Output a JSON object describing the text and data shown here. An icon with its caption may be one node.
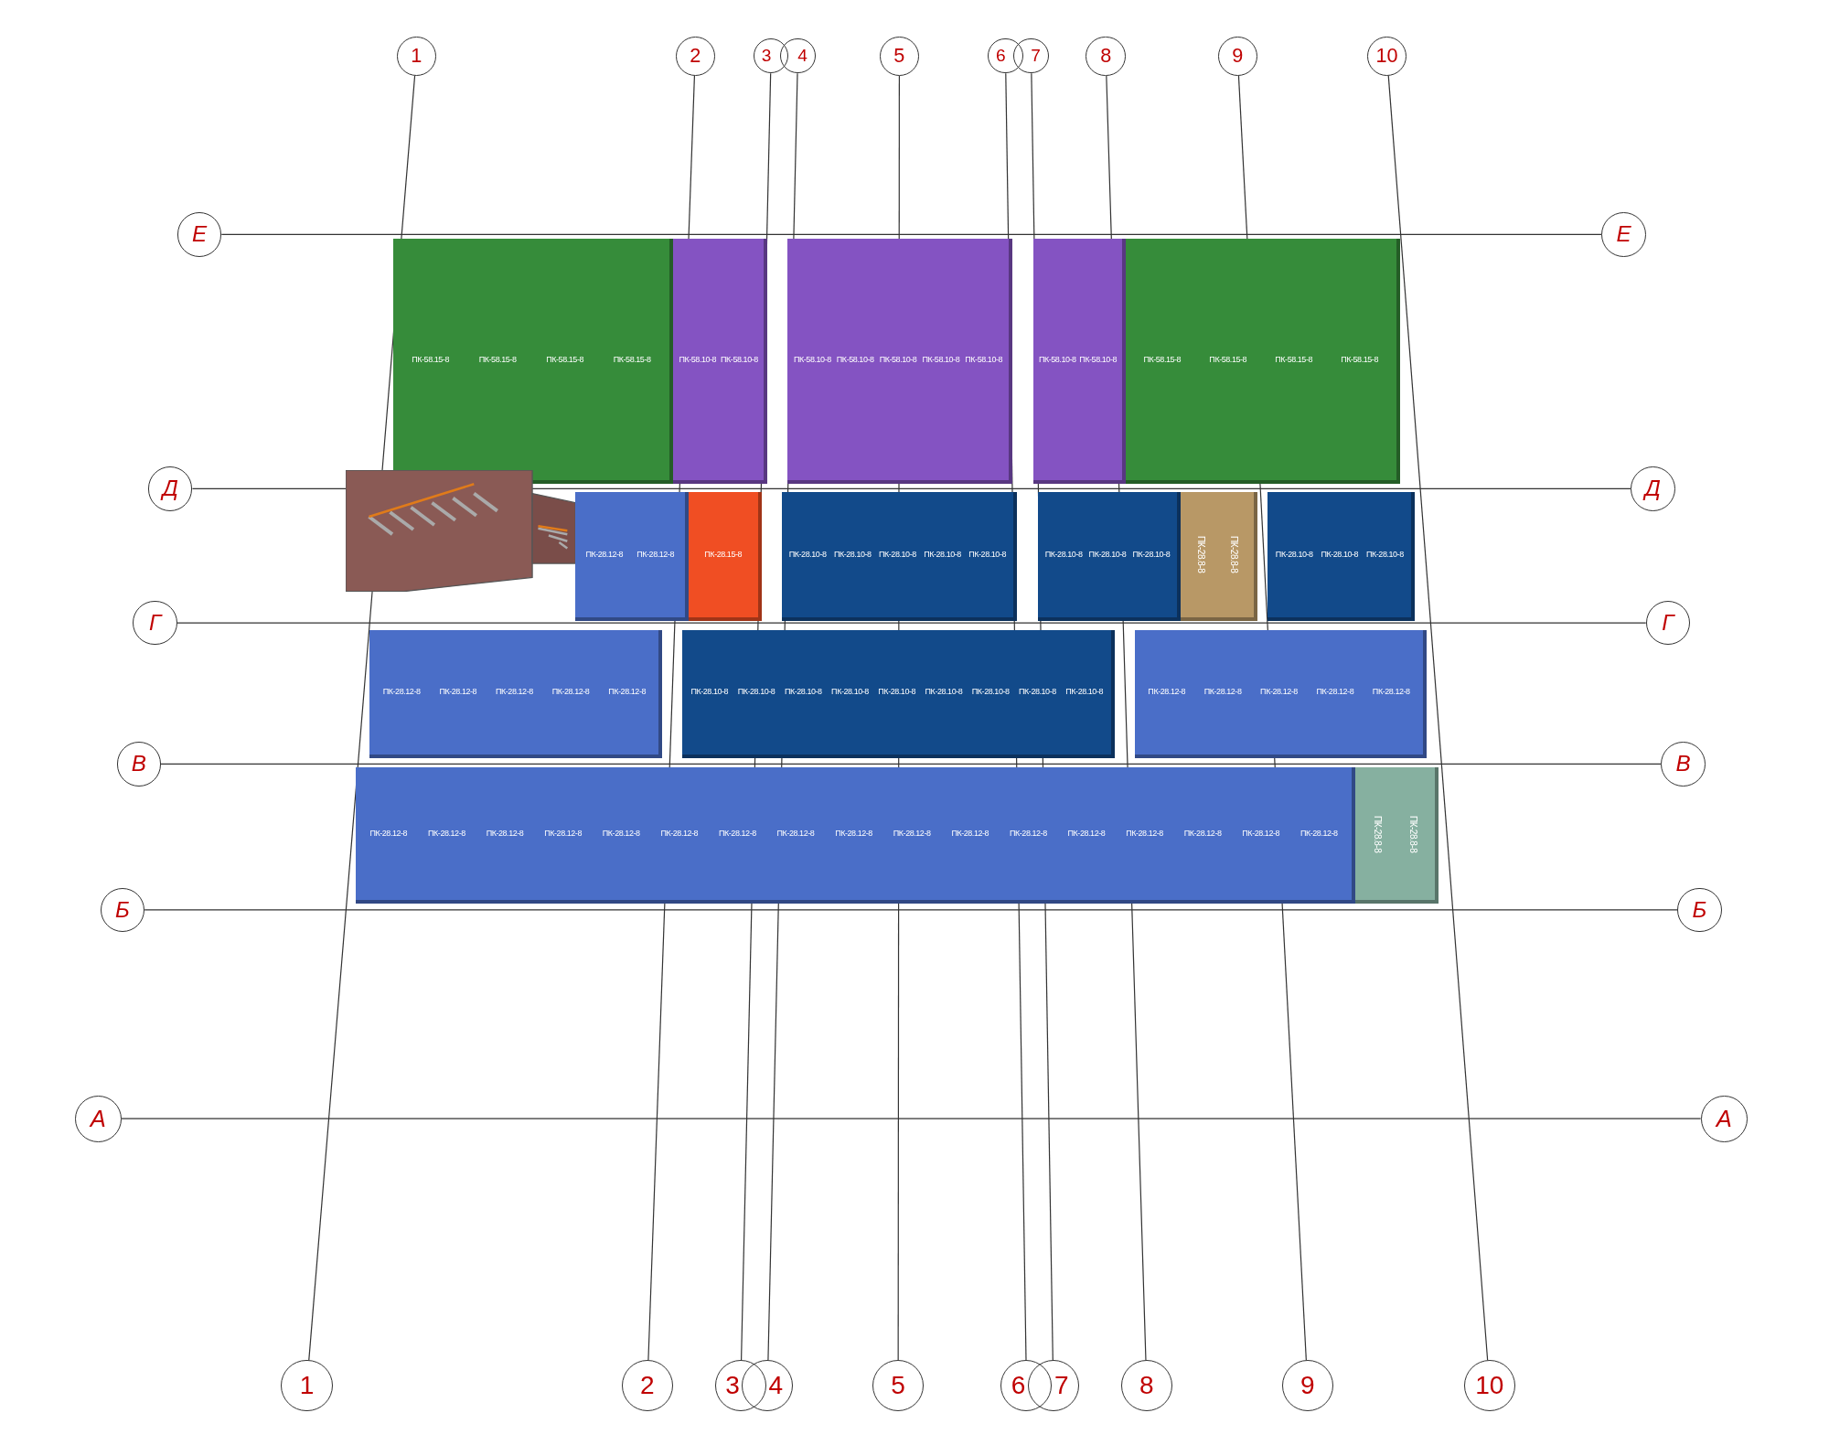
{
  "diagram": {
    "nodes": [
      {
        "text": [
          "1"
        ]
      },
      {
        "text": [
          "2"
        ]
      },
      {
        "text": [
          "3"
        ]
      },
      {
        "text": [
          "4"
        ]
      },
      {
        "text": [
          "5"
        ]
      },
      {
        "text": [
          "6"
        ]
      },
      {
        "text": [
          "7"
        ]
      },
      {
        "text": [
          "8"
        ]
      },
      {
        "text": [
          "9"
        ]
      },
      {
        "text": [
          "10"
        ]
      },
      {
        "text": [
          "Е"
        ]
      },
      {
        "text": [
          "Е"
        ]
      },
      {
        "text": [
          "ПК-58.15-8",
          "ПК-58.15-8",
          "ПК-58.15-8",
          "ПК-58.15-8"
        ]
      },
      {
        "text": [
          "ПК-58.10-8",
          "ПК-58.10-8"
        ]
      },
      {
        "text": [
          "ПК-58.10-8",
          "ПК-58.10-8",
          "ПК-58.10-8",
          "ПК-58.10-8",
          "ПК-58.10-8"
        ]
      },
      {
        "text": [
          "ПК-58.10-8",
          "ПК-58.10-8"
        ]
      },
      {
        "text": [
          "ПК-58.15-8",
          "ПК-58.15-8",
          "ПК-58.15-8",
          "ПК-58.15-8"
        ]
      },
      {
        "text": [
          "Д"
        ]
      },
      {
        "text": [
          "Д"
        ]
      },
      {
        "text": [],
        "shape": "picture"
      },
      {
        "text": [
          "ПК-28.12-8",
          "ПК-28.12-8"
        ]
      },
      {
        "text": [
          "ПК-28.15-8"
        ]
      },
      {
        "text": [
          "ПК-28.10-8",
          "ПК-28.10-8",
          "ПК-28.10-8",
          "ПК-28.10-8",
          "ПК-28.10-8"
        ]
      },
      {
        "text": [
          "ПК-28.10-8",
          "ПК-28.10-8",
          "ПК-28.10-8"
        ]
      },
      {
        "text": [
          "ПК-28.8-8",
          "ПК-28.8-8"
        ]
      },
      {
        "text": [
          "ПК-28.10-8",
          "ПК-28.10-8",
          "ПК-28.10-8"
        ]
      },
      {
        "text": [
          "Г"
        ]
      },
      {
        "text": [
          "Г"
        ]
      },
      {
        "text": [
          "ПК-28.12-8",
          "ПК-28.12-8",
          "ПК-28.12-8",
          "ПК-28.12-8",
          "ПК-28.12-8"
        ]
      },
      {
        "text": [
          "ПК-28.10-8",
          "ПК-28.10-8",
          "ПК-28.10-8",
          "ПК-28.10-8",
          "ПК-28.10-8",
          "ПК-28.10-8",
          "ПК-28.10-8",
          "ПК-28.10-8",
          "ПК-28.10-8"
        ]
      },
      {
        "text": [
          "ПК-28.12-8",
          "ПК-28.12-8",
          "ПК-28.12-8",
          "ПК-28.12-8",
          "ПК-28.12-8"
        ]
      },
      {
        "text": [
          "В"
        ]
      },
      {
        "text": [
          "В"
        ]
      },
      {
        "text": [
          "ПК-28.12-8",
          "ПК-28.12-8",
          "ПК-28.12-8",
          "ПК-28.12-8",
          "ПК-28.12-8",
          "ПК-28.12-8",
          "ПК-28.12-8",
          "ПК-28.12-8",
          "ПК-28.12-8",
          "ПК-28.12-8",
          "ПК-28.12-8",
          "ПК-28.12-8",
          "ПК-28.12-8",
          "ПК-28.12-8",
          "ПК-28.12-8",
          "ПК-28.12-8",
          "ПК-28.12-8"
        ]
      },
      {
        "text": [
          "ПК-28.8-8",
          "ПК-28.8-8"
        ]
      },
      {
        "text": [
          "Б"
        ]
      },
      {
        "text": [
          "Б"
        ]
      },
      {
        "text": [
          "А"
        ]
      },
      {
        "text": [
          "А"
        ]
      },
      {
        "text": [
          "1"
        ]
      },
      {
        "text": [
          "2"
        ]
      },
      {
        "text": [
          "3"
        ]
      },
      {
        "text": [
          "4"
        ]
      },
      {
        "text": [
          "5"
        ]
      },
      {
        "text": [
          "6"
        ]
      },
      {
        "text": [
          "7"
        ]
      },
      {
        "text": [
          "8"
        ]
      },
      {
        "text": [
          "9"
        ]
      },
      {
        "text": [
          "10"
        ]
      }
    ]
  }
}
